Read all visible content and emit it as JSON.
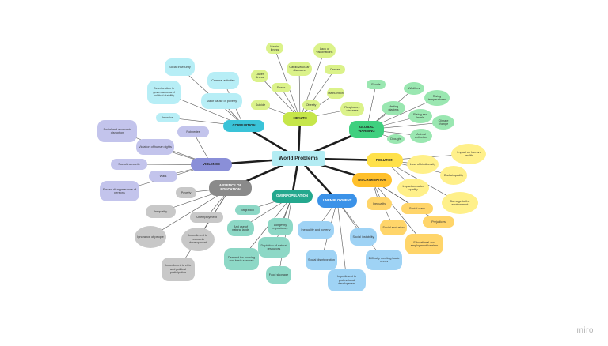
{
  "center": "World Problems",
  "hubs": {
    "corruption": "CORRUPTION",
    "health": "HEALTH",
    "global_warming": "GLOBAL WARMING",
    "violence": "VIOLENCE",
    "pollution": "POLUTION",
    "discrimination": "DISCRIMINATION",
    "education": "ABSENCE OF EDUCATION",
    "overpopulation": "OVERPOPULATION",
    "unemployment": "UNEMPLOYMENT"
  },
  "corruption": [
    "Social insecurity",
    "Criminal activities",
    "Deterioration in governance and political stability",
    "Major cause of poverty",
    "Injustice"
  ],
  "health": [
    "Mental illness",
    "Lack of vaccinations",
    "Cardiovascular diseases",
    "Cancer",
    "Lower Illness",
    "Malnutrition",
    "Stress",
    "Suicide",
    "Obesity",
    "Respiratory diseases"
  ],
  "global_warming": [
    "Floods",
    "Wildfires",
    "Rising temperatures",
    "Melting glaciers",
    "Rising sea levels",
    "Climate change",
    "Drought",
    "Animal extinction"
  ],
  "violence": [
    "Robberies",
    "Social and economic disruption",
    "Violation of human rights",
    "Social insecurity",
    "Wars",
    "Forced disappearance of persons"
  ],
  "pollution": [
    "Impact on human health",
    "Loss of biodiversity",
    "Bad air quality",
    "Impact on water quality",
    "Damage to the environment"
  ],
  "discrimination": [
    "Inequality",
    "Social class",
    "Prejudices",
    "Social exclusion",
    "Educational and employment barriers"
  ],
  "education": [
    "Poverty",
    "Inequality",
    "Unemployment",
    "Ignorance of people",
    "Impediment to economic development",
    "Impediment to civic and political participation"
  ],
  "overpopulation": [
    "Migration",
    "Longevity expectancy",
    "Bad use of natural lands",
    "Depletion of natural resources",
    "Demand for housing and basic services",
    "Food shortage"
  ],
  "unemployment": [
    "Inequality and poverty",
    "Social instability",
    "Social disintegration",
    "Difficulty meeting basic needs",
    "Impediment to professional development"
  ],
  "watermark": "miro"
}
